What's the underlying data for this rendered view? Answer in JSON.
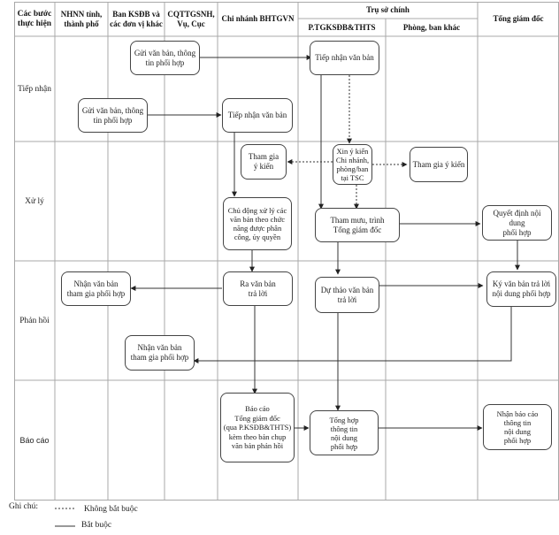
{
  "headers": {
    "steps": "Các bước\nthực hiện",
    "nhnn": "NHNN tỉnh,\nthành phố",
    "ban_ksdb": "Ban KSĐB và\ncác đơn vị khác",
    "cqttgsnh": "CQTTGSNH,\nVụ, Cục",
    "chi_nhanh": "Chi nhánh BHTGVN",
    "tru_so_chinh": "Trụ sở chính",
    "p_tgksdb": "P.TGKSĐB&THTS",
    "phong_ban_khac": "Phòng, ban khác",
    "tong_giam_doc": "Tổng giám đốc"
  },
  "rows": [
    {
      "label": "Tiếp nhận"
    },
    {
      "label": "Xử lý"
    },
    {
      "label": "Phản hồi"
    },
    {
      "label": "Báo cáo"
    }
  ],
  "nodes": {
    "gui_cqtt": "Gửi văn bản, thông\ntin phối hợp",
    "gui_nhnn": "Gửi văn bản, thông\ntin phối hợp",
    "tiep_nhan_cn": "Tiếp nhận văn bản",
    "tiep_nhan_tsc": "Tiếp nhận văn bản",
    "tham_gia_cn": "Tham gia\ný kiến",
    "xin_y_kien": "Xin ý kiến\nChi nhánh,\nphòng/ban\ntại TSC",
    "tham_gia_pb": "Tham gia ý kiến",
    "chu_dong": "Chủ động xử lý các\nvăn bản theo chức\nnăng được phân\ncông, ủy quyền",
    "tham_muu": "Tham mưu, trình\nTổng giám đốc",
    "quyet_dinh": "Quyết định nội dung\nphối hợp",
    "nhan_vb_nhnn": "Nhận văn bản\ntham gia phối hợp",
    "ra_vb": "Ra văn bản\ntrả lời",
    "du_thao": "Dự thảo văn bản\ntrả lời",
    "ky_vb": "Ký văn bản trả lời\nnội dung phối hợp",
    "nhan_vb_ban": "Nhận văn bản\ntham gia phối hợp",
    "bao_cao_cn": "Báo cáo\nTổng giám đốc\n(qua P.KSĐB&THTS)\nkèm theo bản chụp\nvăn bản phản hồi",
    "tong_hop": "Tổng hợp\nthông tin\nnội dung\nphối hợp",
    "nhan_bao_cao": "Nhận báo cáo\nthông tin\nnội dung\nphối hợp"
  },
  "legend": {
    "title": "Ghi chú:",
    "optional": "Không bắt buộc",
    "required": "Bắt buộc"
  },
  "colors": {
    "grid": "#a0a0a0",
    "line": "#333333",
    "box_border": "#444444"
  }
}
